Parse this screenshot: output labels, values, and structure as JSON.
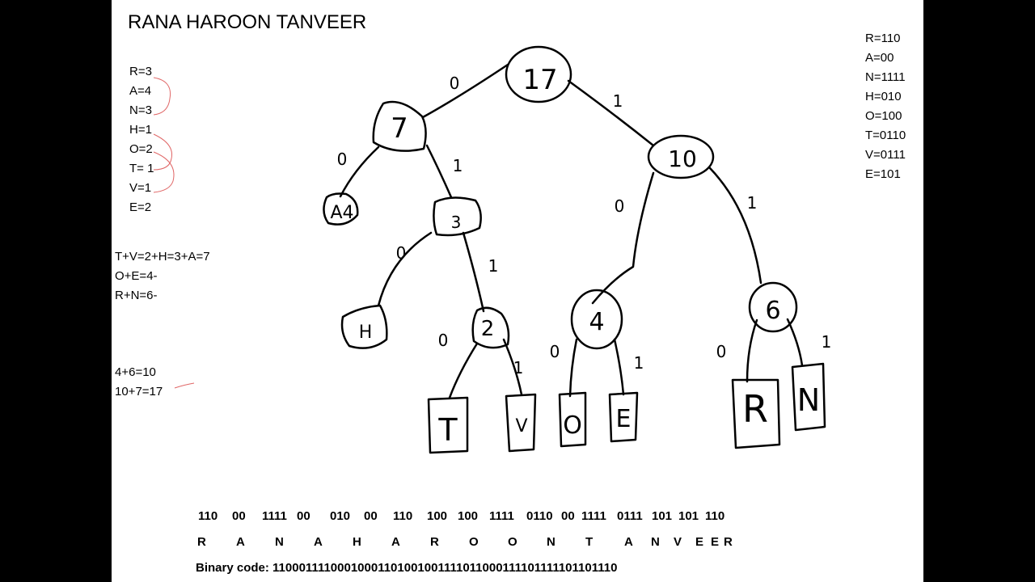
{
  "title": "RANA HAROON TANVEER",
  "frequencies": [
    "R=3",
    "A=4",
    "N=3",
    "H=1",
    "O=2",
    "T= 1",
    "V=1",
    "E=2"
  ],
  "codes": [
    "R=110",
    "A=00",
    "N=1111",
    "H=010",
    "O=100",
    "T=0110",
    "V=0111",
    "E=101"
  ],
  "calculations": [
    "T+V=2+H=3+A=7",
    "O+E=4-",
    "R+N=6-"
  ],
  "calculations2": [
    "4+6=10",
    "10+7=17"
  ],
  "tree": {
    "root": "17",
    "internal": [
      "7",
      "10",
      "3",
      "2",
      "4",
      "6"
    ],
    "leaves": [
      "A4",
      "H",
      "T",
      "V",
      "O",
      "E",
      "R",
      "N"
    ],
    "edge_labels": [
      "0",
      "1"
    ]
  },
  "encoding": {
    "codes": [
      "110",
      "00",
      "1111",
      "00",
      "010",
      "00",
      "110",
      "100",
      "100",
      "1111",
      "0110",
      "00",
      "1111",
      "0111",
      "101",
      "101",
      "110"
    ],
    "letters": [
      "R",
      "A",
      "N",
      "A",
      "H",
      "A",
      "R",
      "O",
      "O",
      "N",
      "T",
      "A",
      "N",
      "V",
      "E",
      "E",
      "R"
    ]
  },
  "binary_code": "Binary code: 11000111100010001101001001111011000111101111101101110"
}
